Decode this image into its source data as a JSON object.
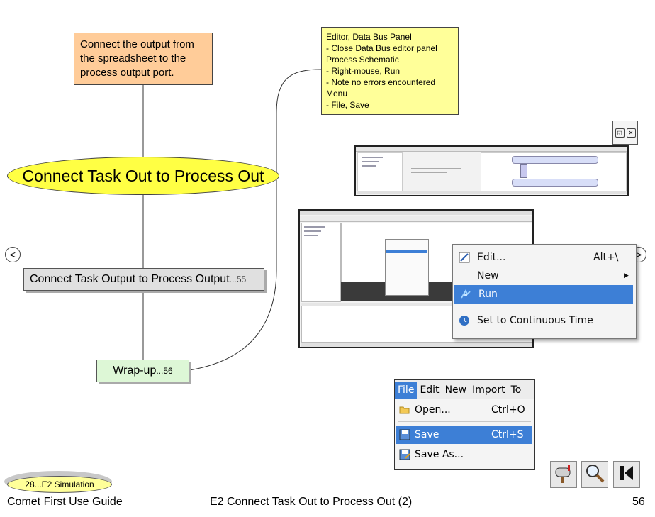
{
  "nodes": {
    "instruction": [
      "Connect the output from",
      "the spreadsheet to the",
      "process output port."
    ],
    "main_topic": "Connect Task Out to Process Out",
    "subtopic_label": "Connect Task Output to Process Output",
    "subtopic_page": "...55",
    "wrap_label": "Wrap-up",
    "wrap_page": "...56"
  },
  "notes": [
    "Editor, Data Bus Panel",
    "- Close Data Bus editor panel",
    "Process Schematic",
    "- Right-mouse, Run",
    "- Note no errors encountered",
    "Menu",
    "- File, Save"
  ],
  "nav": {
    "prev": "<",
    "next": ">"
  },
  "context_menu": {
    "items": [
      {
        "label": "Edit...",
        "shortcut": "Alt+\\",
        "icon": "edit-icon"
      },
      {
        "label": "New",
        "shortcut": "",
        "icon": ""
      },
      {
        "label": "Run",
        "shortcut": "",
        "icon": "run-icon",
        "selected": true
      },
      {
        "label": "Set to Continuous Time",
        "shortcut": "",
        "icon": "clock-icon"
      }
    ]
  },
  "file_menu": {
    "bar": [
      "File",
      "Edit",
      "New",
      "Import",
      "To"
    ],
    "items": [
      {
        "label": "Open...",
        "shortcut": "Ctrl+O",
        "icon": "folder-open-icon"
      },
      {
        "label": "Save",
        "shortcut": "Ctrl+S",
        "icon": "save-icon",
        "selected": true
      },
      {
        "label": "Save As...",
        "shortcut": "",
        "icon": "save-as-icon"
      }
    ]
  },
  "back_link": "28...E2 Simulation",
  "footer": {
    "left": "Comet First Use Guide",
    "center": "E2 Connect Task Out to Process Out (2)",
    "page": "56"
  },
  "colors": {
    "instruction_bg": "#ffcc99",
    "main_topic_bg": "#ffff44",
    "notes_bg": "#ffff99",
    "subtopic_bg": "#e0e0e0",
    "wrap_bg": "#ddf7d6",
    "selection": "#3d7fd6"
  }
}
